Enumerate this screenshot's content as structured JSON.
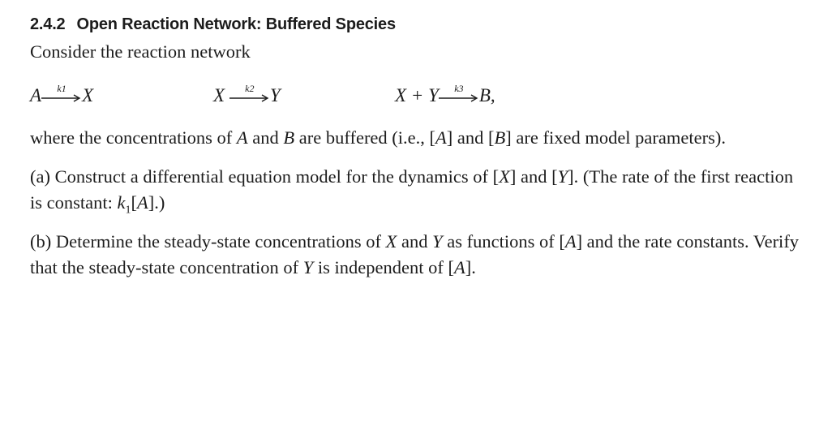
{
  "section": {
    "number": "2.4.2",
    "title": "Open Reaction Network: Buffered Species"
  },
  "intro": "Consider the reaction network",
  "reactions": [
    {
      "left": "A",
      "rate": "k1",
      "right": "X"
    },
    {
      "left": "X",
      "rate": "k2",
      "right": "Y"
    },
    {
      "left": "X + Y",
      "rate": "k3",
      "right": "B,"
    }
  ],
  "paragraph": {
    "p1": "where the concentrations of ",
    "A": "A",
    "p2": " and ",
    "B": "B",
    "p3": " are buffered (i.e., [",
    "A2": "A",
    "p4": "] and [",
    "B2": "B",
    "p5": "] are fixed model parameters)."
  },
  "item_a": {
    "p1": "(a) Construct a differential equation model for the dynamics of [",
    "X": "X",
    "p2": "] and [",
    "Y": "Y",
    "p3": "]. (The rate of the first reaction is constant: ",
    "k": "k",
    "sub": "1",
    "p4": "[",
    "A": "A",
    "p5": "].)"
  },
  "item_b": {
    "p1": "(b) Determine the steady-state concentrations of ",
    "X": "X",
    "p2": " and ",
    "Y": "Y",
    "p3": " as functions of [",
    "A": "A",
    "p4": "] and the rate constants. Verify that the steady-state concentration of ",
    "Y2": "Y",
    "p5": " is independent of [",
    "A2": "A",
    "p6": "]."
  }
}
